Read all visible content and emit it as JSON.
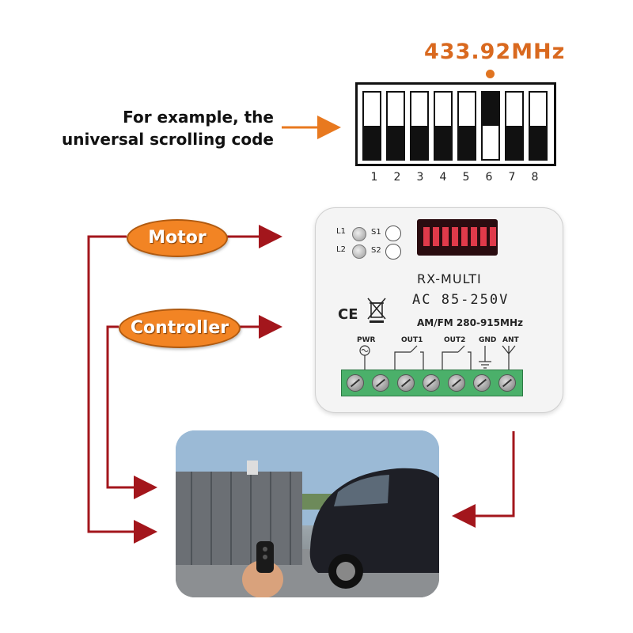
{
  "header": {
    "frequency": "433.92MHz",
    "caption_line1": "For example, the",
    "caption_line2": "universal scrolling code"
  },
  "dip_switch": {
    "numbers": [
      "1",
      "2",
      "3",
      "4",
      "5",
      "6",
      "7",
      "8"
    ],
    "positions": [
      "down",
      "down",
      "down",
      "down",
      "down",
      "up",
      "down",
      "down"
    ]
  },
  "labels": {
    "motor": "Motor",
    "controller": "Controller"
  },
  "device": {
    "l1": "L1",
    "l2": "L2",
    "s1": "S1",
    "s2": "S2",
    "model": "RX-MULTI",
    "voltage": "AC 85-250V",
    "frequency_range": "AM/FM 280-915MHz",
    "ce": "CE",
    "terminals": [
      "PWR",
      "OUT1",
      "OUT2",
      "GND",
      "ANT"
    ]
  },
  "colors": {
    "accent_orange": "#f28424",
    "arrow_dark_red": "#a3161c",
    "arrow_orange": "#e8791f",
    "terminal_green": "#4bb06a"
  }
}
